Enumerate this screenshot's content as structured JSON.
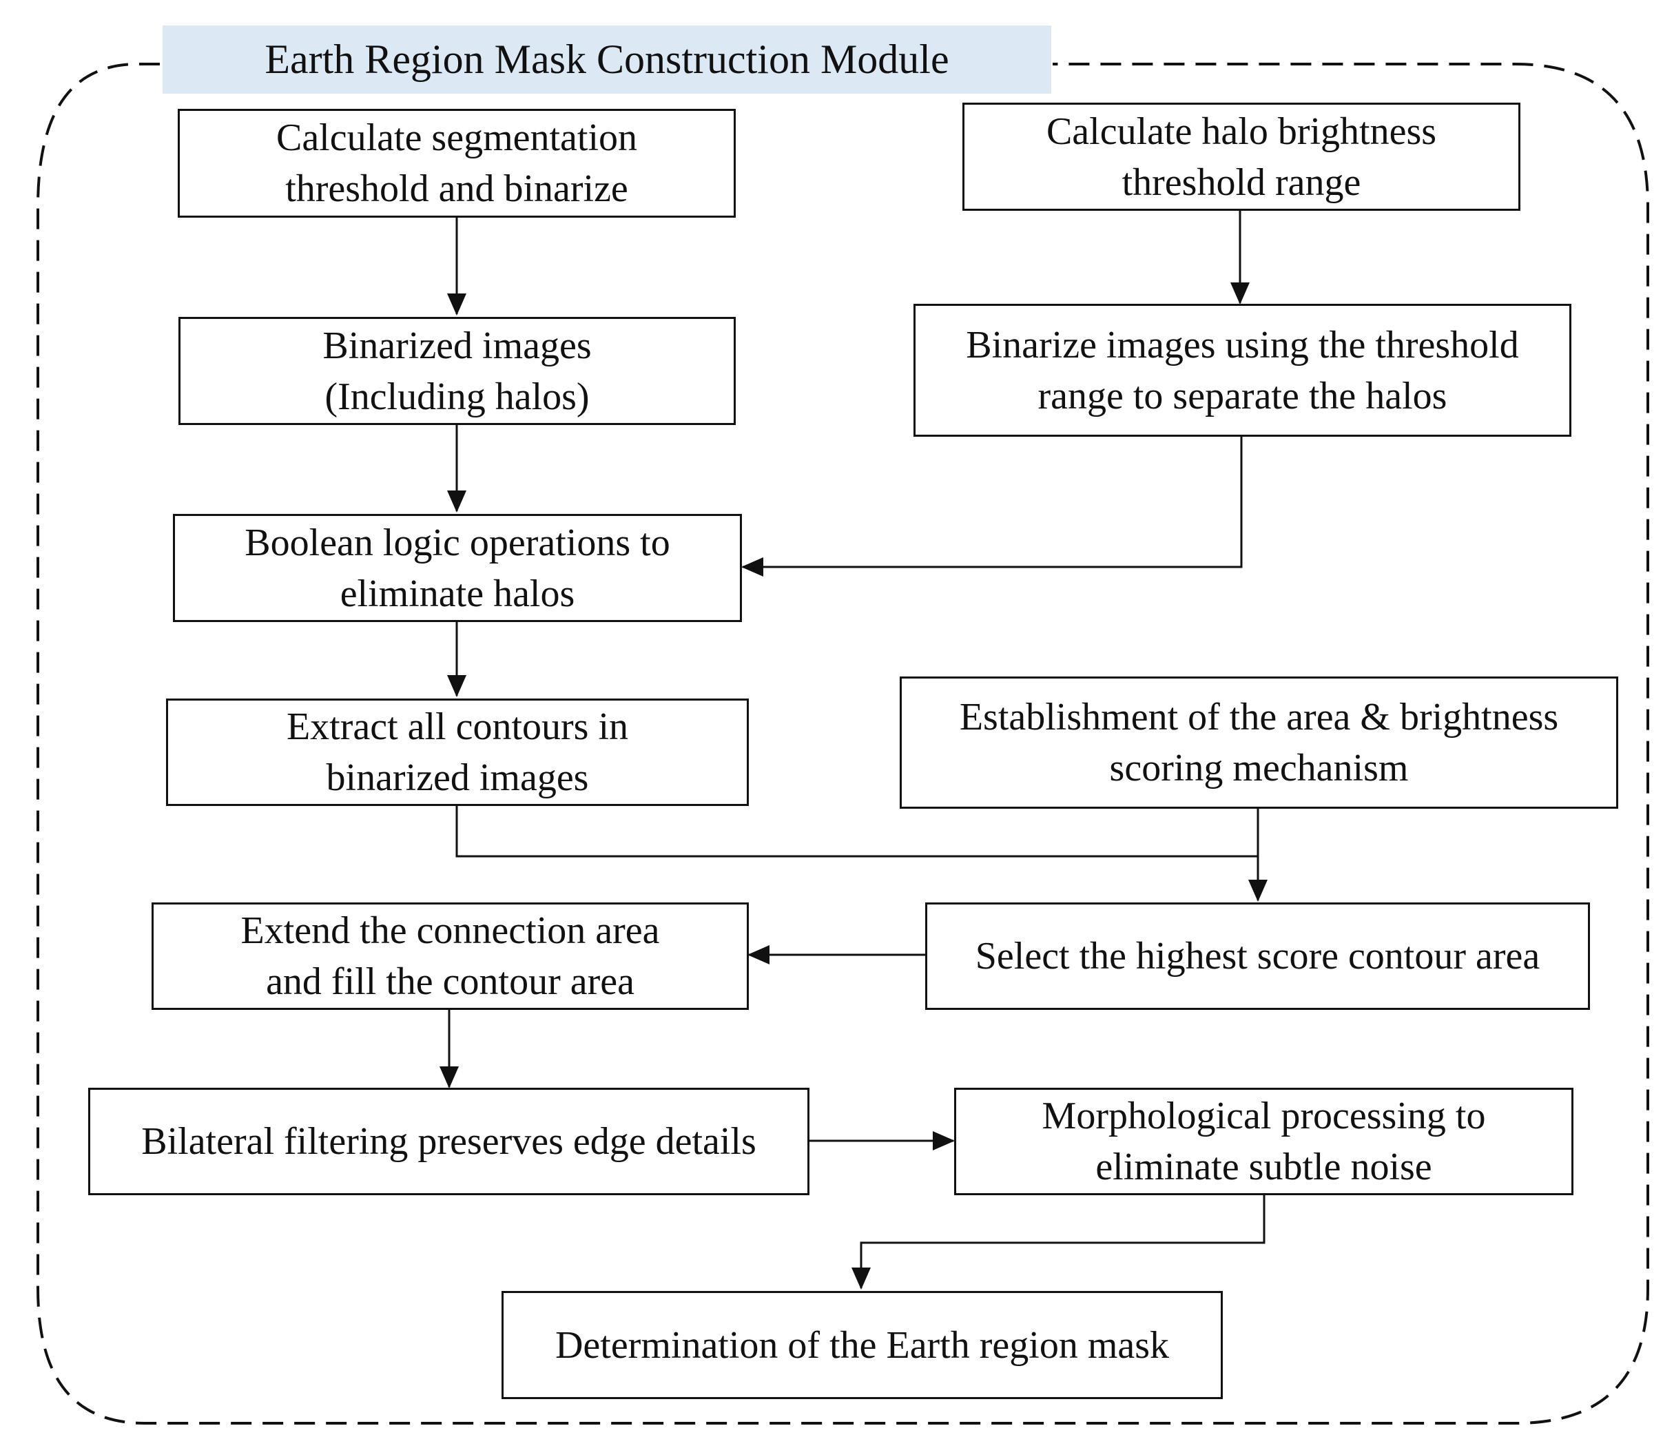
{
  "module": {
    "title": "Earth Region Mask Construction Module"
  },
  "boxes": {
    "calc_threshold": "Calculate segmentation\nthreshold and binarize",
    "calc_halo": "Calculate halo brightness\nthreshold range",
    "binarized_images": "Binarized images\n(Including halos)",
    "binarize_separate": "Binarize images using the threshold\nrange to separate the halos",
    "boolean_logic": "Boolean logic operations to\neliminate halos",
    "extract_contours": "Extract all contours in\nbinarized images",
    "scoring_mechanism": "Establishment of the area & brightness\nscoring mechanism",
    "extend_fill": "Extend the connection area\nand fill the contour area",
    "select_highest": "Select the highest score contour area",
    "bilateral_filtering": "Bilateral filtering preserves edge details",
    "morphological": "Morphological processing to\neliminate subtle noise",
    "determination": "Determination of the Earth region mask"
  },
  "colors": {
    "line": "#111111",
    "title_band": "#dce9f5",
    "background": "#ffffff"
  }
}
